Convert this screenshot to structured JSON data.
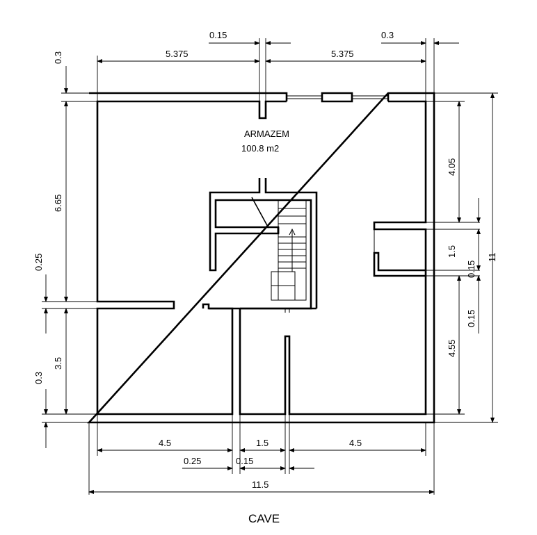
{
  "room": {
    "name": "ARMAZEM",
    "area": "100.8 m2"
  },
  "title": "CAVE",
  "dimensions": {
    "top_wall_gap": "0.15",
    "top_right_gap": "0.3",
    "top_left_span": "5.375",
    "top_right_span": "5.375",
    "left_top_thickness": "0.3",
    "left_upper_span": "6.65",
    "left_wall_mid": "0.25",
    "left_lower_span": "3.5",
    "left_bottom_thickness": "0.3",
    "right_upper_span": "4.05",
    "right_mid_span": "1.5",
    "right_gap_a": "0.15",
    "right_gap_b": "0.15",
    "right_lower_span": "4.55",
    "right_total": "11",
    "bottom_left_span": "4.5",
    "bottom_mid_span": "1.5",
    "bottom_right_span": "4.5",
    "bottom_wall_a": "0.25",
    "bottom_wall_b": "0.15",
    "bottom_total": "11.5"
  }
}
